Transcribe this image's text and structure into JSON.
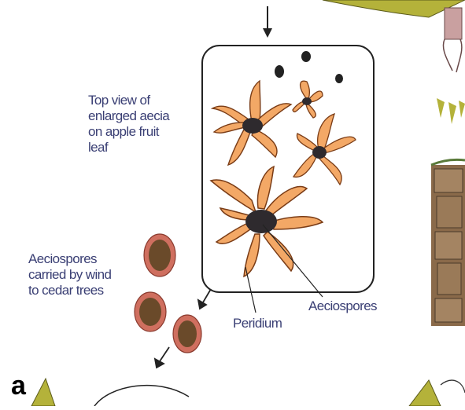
{
  "figure": {
    "panel_letter": "a",
    "labels": {
      "top_view": "Top view of\nenlarged aecia\non apple fruit\nleaf",
      "aeciospores_wind": "Aeciospores\ncarried by wind\nto cedar trees",
      "peridium": "Peridium",
      "aeciospores": "Aeciospores"
    },
    "colors": {
      "petal_fill": "#f3a866",
      "petal_stroke": "#7a3c16",
      "spore_mass": "#2e2a2e",
      "spore_rim": "#cf6f5f",
      "spore_core": "#6a4a2a",
      "label_text": "#3a3f74",
      "box_stroke": "#222222",
      "foliage": "#b4b23a",
      "bark": "#8a6a4a"
    }
  }
}
